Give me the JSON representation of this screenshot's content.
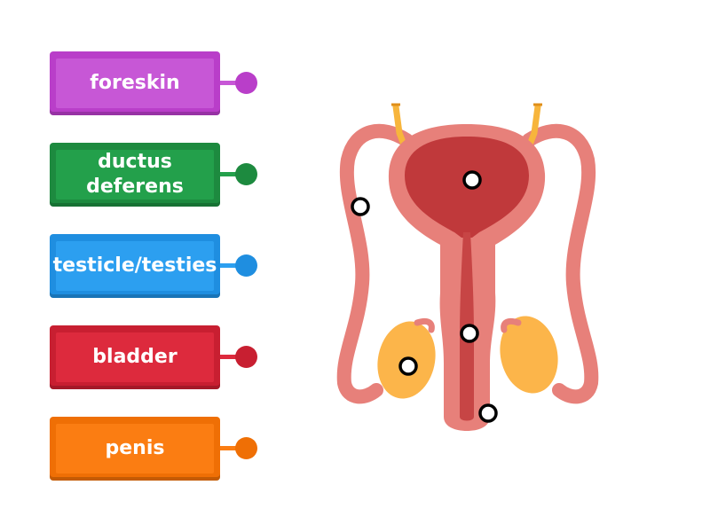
{
  "labels": [
    {
      "text": "foreskin",
      "color": "#c757d6",
      "shade": "#b93ec9"
    },
    {
      "text": "ductus\ndeferens",
      "color": "#23a04b",
      "shade": "#1d8a3f"
    },
    {
      "text": "testicle/testies",
      "color": "#2c9ff0",
      "shade": "#1f8ee0"
    },
    {
      "text": "bladder",
      "color": "#dd2a3d",
      "shade": "#c81f31"
    },
    {
      "text": "penis",
      "color": "#fb7d12",
      "shade": "#ef6f05"
    }
  ],
  "colors": {
    "body_outline": "#e7807a",
    "bladder_inner": "#c0393b",
    "urethra": "#c74545",
    "testis": "#fcb54a",
    "vessel": "#f7b53c"
  },
  "icons": {
    "target": "hollow-circle-target-icon"
  }
}
